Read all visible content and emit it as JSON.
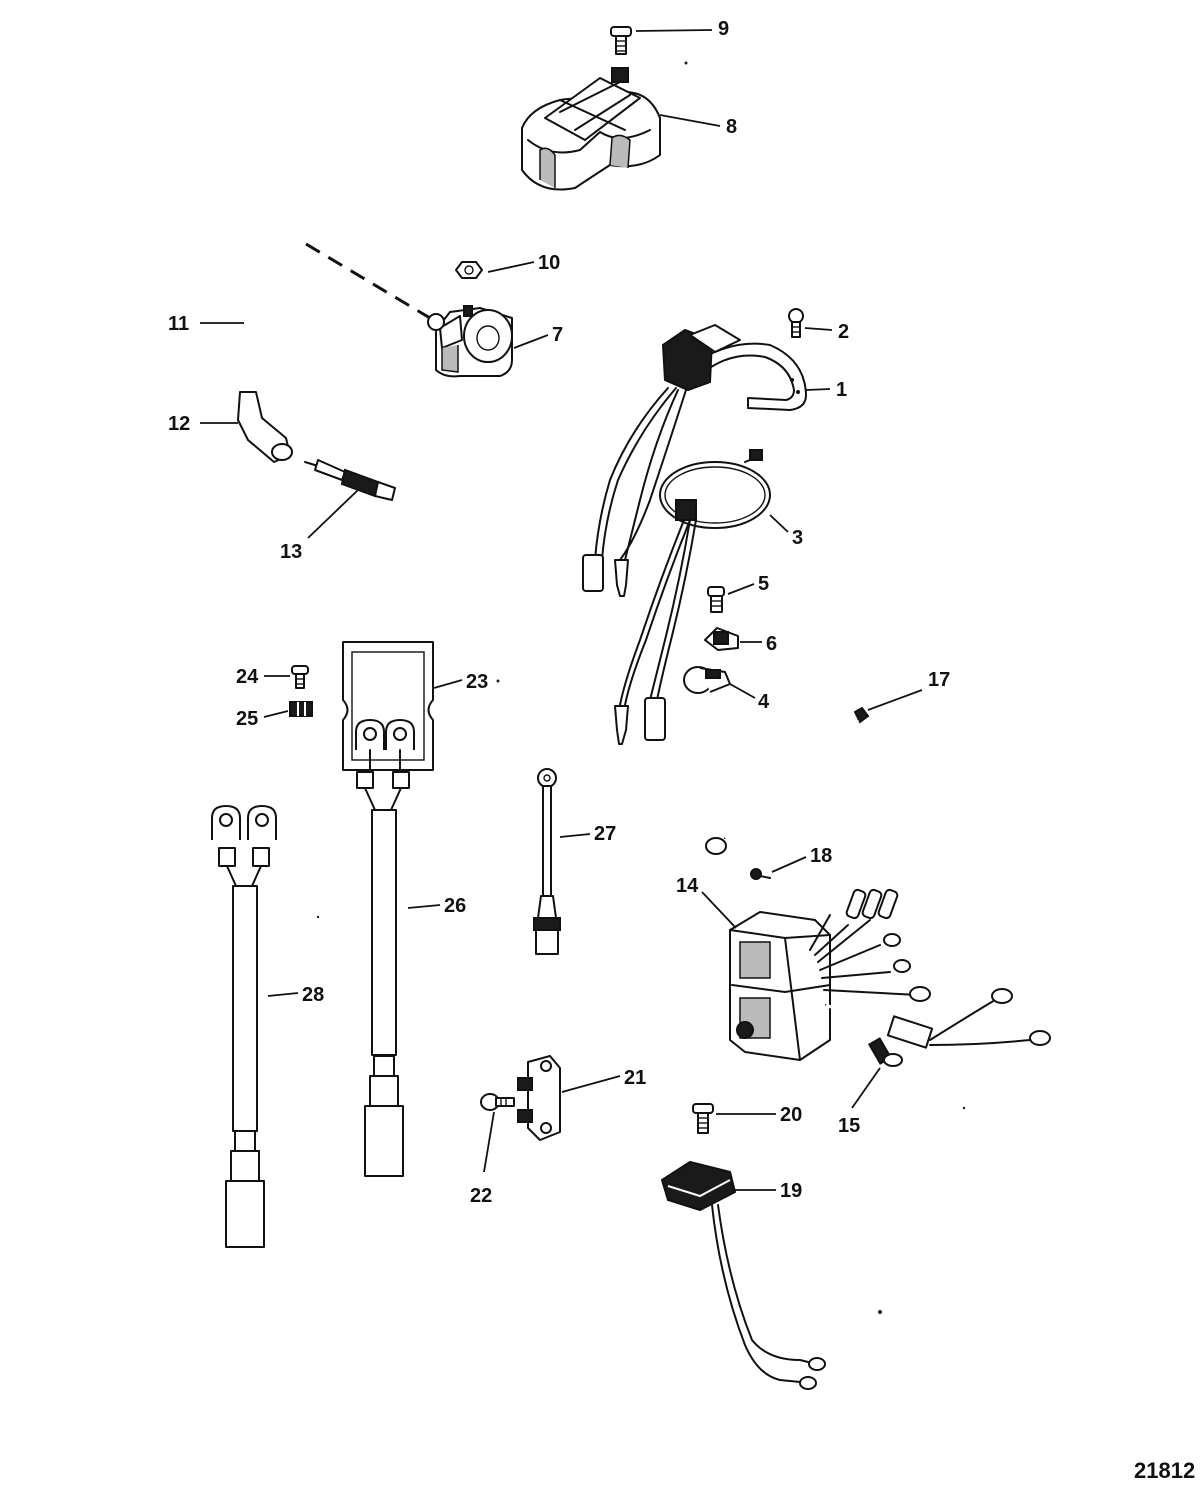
{
  "figure_number": "21812",
  "callouts": [
    {
      "id": "c1",
      "label": "1"
    },
    {
      "id": "c2",
      "label": "2"
    },
    {
      "id": "c3",
      "label": "3"
    },
    {
      "id": "c4",
      "label": "4"
    },
    {
      "id": "c5",
      "label": "5"
    },
    {
      "id": "c6",
      "label": "6"
    },
    {
      "id": "c7",
      "label": "7"
    },
    {
      "id": "c8",
      "label": "8"
    },
    {
      "id": "c9",
      "label": "9"
    },
    {
      "id": "c10",
      "label": "10"
    },
    {
      "id": "c11",
      "label": "11"
    },
    {
      "id": "c12",
      "label": "12"
    },
    {
      "id": "c13",
      "label": "13"
    },
    {
      "id": "c14",
      "label": "14"
    },
    {
      "id": "c15",
      "label": "15"
    },
    {
      "id": "c17",
      "label": "17"
    },
    {
      "id": "c18",
      "label": "18"
    },
    {
      "id": "c19",
      "label": "19"
    },
    {
      "id": "c20",
      "label": "20"
    },
    {
      "id": "c21",
      "label": "21"
    },
    {
      "id": "c22",
      "label": "22"
    },
    {
      "id": "c23",
      "label": "23"
    },
    {
      "id": "c24",
      "label": "24"
    },
    {
      "id": "c25",
      "label": "25"
    },
    {
      "id": "c26",
      "label": "26"
    },
    {
      "id": "c27",
      "label": "27"
    },
    {
      "id": "c28",
      "label": "28"
    }
  ]
}
